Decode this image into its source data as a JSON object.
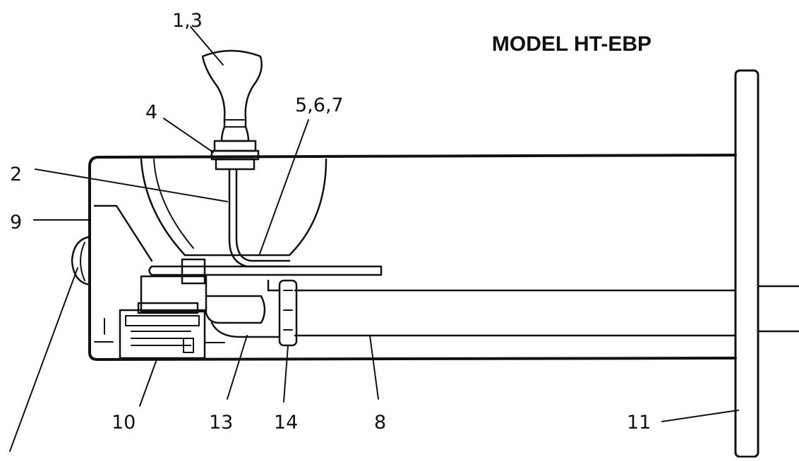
{
  "title": "MODEL HT-EBP",
  "callouts": {
    "c1_3": "1,3",
    "c4": "4",
    "c5_6_7": "5,6,7",
    "c2": "2",
    "c9": "9",
    "c10": "10",
    "c13": "13",
    "c14": "14",
    "c8": "8",
    "c11": "11"
  },
  "colors": {
    "ink": "#111111",
    "background": "#ffffff"
  }
}
